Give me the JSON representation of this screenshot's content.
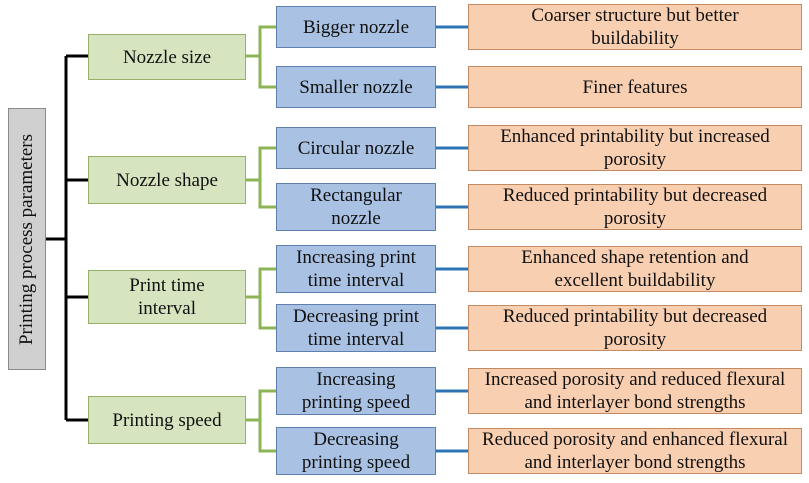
{
  "root": {
    "label": "Printing process parameters"
  },
  "colors": {
    "root_fill": "#d0d0d0",
    "level1_fill": "#d6e5bf",
    "level2_fill": "#a9c1e2",
    "level3_fill": "#f8cfb1",
    "connector_black": "#000000",
    "connector_green": "#8cb455",
    "connector_blue": "#2e74b5"
  },
  "parameters": [
    {
      "label": "Nozzle size",
      "options": [
        {
          "label": "Bigger nozzle",
          "effect": "Coarser structure but better buildability"
        },
        {
          "label": "Smaller nozzle",
          "effect": "Finer features"
        }
      ]
    },
    {
      "label": "Nozzle shape",
      "options": [
        {
          "label": "Circular nozzle",
          "effect": "Enhanced printability but increased porosity"
        },
        {
          "label": "Rectangular nozzle",
          "effect": "Reduced printability but decreased porosity"
        }
      ]
    },
    {
      "label": "Print time interval",
      "options": [
        {
          "label": "Increasing print time interval",
          "effect": "Enhanced shape retention and excellent buildability"
        },
        {
          "label": "Decreasing print time interval",
          "effect": "Reduced printability but decreased porosity"
        }
      ]
    },
    {
      "label": "Printing speed",
      "options": [
        {
          "label": "Increasing printing speed",
          "effect": "Increased porosity and reduced flexural and interlayer bond strengths"
        },
        {
          "label": "Decreasing printing speed",
          "effect": "Reduced porosity and enhanced flexural and interlayer bond strengths"
        }
      ]
    }
  ]
}
